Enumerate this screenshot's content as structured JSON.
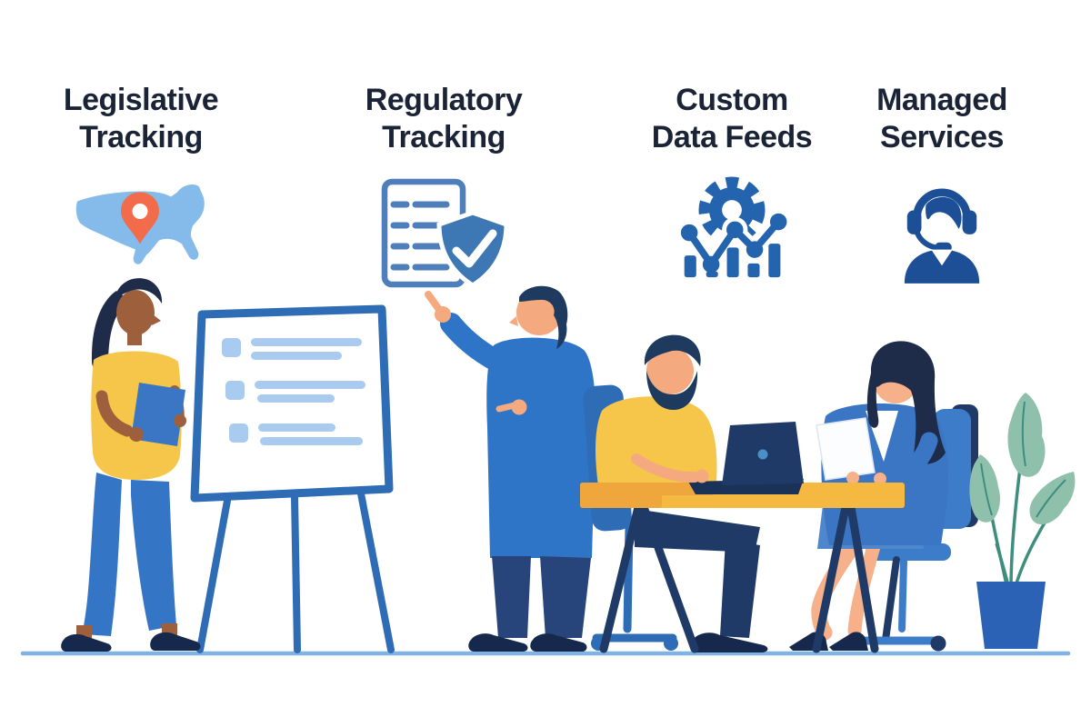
{
  "services": [
    {
      "id": "legislative-tracking",
      "label": "Legislative Tracking",
      "line1": "Legislative",
      "line2": "Tracking",
      "icon": "us-map-location-pin-icon"
    },
    {
      "id": "regulatory-tracking",
      "label": "Regulatory Tracking",
      "line1": "Regulatory",
      "line2": "Tracking",
      "icon": "document-shield-check-icon"
    },
    {
      "id": "custom-data-feeds",
      "label": "Custom Data Feeds",
      "line1": "Custom",
      "line2": "Data Feeds",
      "icon": "gear-analytics-chart-icon"
    },
    {
      "id": "managed-services",
      "label": "Managed Services",
      "line1": "Managed",
      "line2": "Services",
      "icon": "support-agent-headset-icon"
    }
  ],
  "scene": {
    "elements": [
      "presenter-woman-with-clipboard",
      "whiteboard-easel-with-checklist",
      "man-pointing-at-document-icon",
      "man-working-on-laptop",
      "woman-reading-document",
      "meeting-table",
      "potted-plant",
      "floor-line"
    ]
  },
  "palette": {
    "heading_text": "#1B2436",
    "map_fill": "#85BBEB",
    "pin_orange": "#F26B4A",
    "icon_blue": "#2463AE",
    "outline_blue": "#4E7FBA",
    "shield_blue": "#3D78B5",
    "headset_blue": "#1D4F96",
    "shirt_yellow": "#F6C64A",
    "table_yellow": "#F5B841",
    "table_accent": "#EFA63C",
    "sweater_blue": "#2E74C7",
    "chair_blue": "#2E6CB5",
    "navy": "#1F3A66",
    "dark_navy": "#16294D",
    "board_line_blue": "#A9CBF0",
    "skin_light": "#F4A97F",
    "skin_dark": "#9D5F3C",
    "hair_dark": "#1E2C4A",
    "plant_leaf": "#8FC0AC",
    "plant_stem": "#3E8E7E",
    "pot_blue": "#2B62B5",
    "floor_line": "#7FB3E3"
  }
}
